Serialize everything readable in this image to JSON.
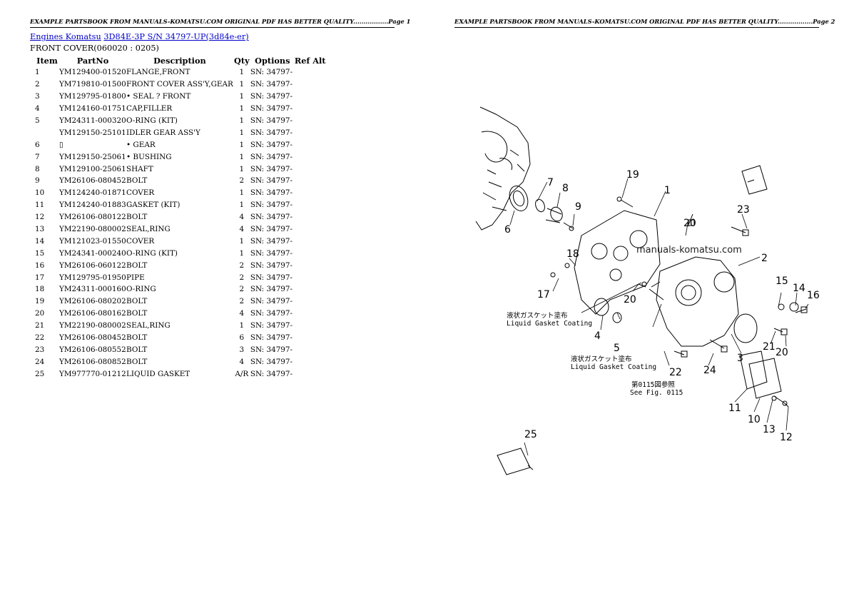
{
  "header": {
    "page1": "EXAMPLE PARTSBOOK FROM MANUALS-KOMATSU.COM ORIGINAL PDF HAS BETTER QUALITY.................Page 1",
    "page2": "EXAMPLE PARTSBOOK FROM MANUALS-KOMATSU.COM ORIGINAL PDF HAS BETTER QUALITY.................Page 2"
  },
  "breadcrumb": {
    "engines_link": "Engines Komatsu",
    "model_link": "3D84E-3P S/N 34797-UP(3d84e-er)"
  },
  "section_title": "FRONT COVER(060020 : 0205)",
  "table": {
    "headers": [
      "Item",
      "PartNo",
      "Description",
      "Qty",
      "Options",
      "Ref Alt"
    ],
    "rows": [
      {
        "item": "1",
        "part": "YM129400-01520",
        "desc": "FLANGE,FRONT",
        "qty": "1",
        "opt": "SN: 34797-",
        "ref": ""
      },
      {
        "item": "2",
        "part": "YM719810-01500",
        "desc": "FRONT COVER ASS'Y,GEAR",
        "qty": "1",
        "opt": "SN: 34797-",
        "ref": ""
      },
      {
        "item": "3",
        "part": "YM129795-01800",
        "desc": "• SEAL ? FRONT",
        "qty": "1",
        "opt": "SN: 34797-",
        "ref": ""
      },
      {
        "item": "4",
        "part": "YM124160-01751",
        "desc": "CAP,FILLER",
        "qty": "1",
        "opt": "SN: 34797-",
        "ref": ""
      },
      {
        "item": "5",
        "part": "YM24311-000320",
        "desc": "O-RING (KIT)",
        "qty": "1",
        "opt": "SN: 34797-",
        "ref": ""
      },
      {
        "item": "",
        "part": "YM129150-25101",
        "desc": "IDLER GEAR ASS'Y",
        "qty": "1",
        "opt": "SN: 34797-",
        "ref": ""
      },
      {
        "item": "6",
        "part": "▯",
        "desc": "• GEAR",
        "qty": "1",
        "opt": "SN: 34797-",
        "ref": ""
      },
      {
        "item": "7",
        "part": "YM129150-25061",
        "desc": "• BUSHING",
        "qty": "1",
        "opt": "SN: 34797-",
        "ref": ""
      },
      {
        "item": "8",
        "part": "YM129100-25061",
        "desc": "SHAFT",
        "qty": "1",
        "opt": "SN: 34797-",
        "ref": ""
      },
      {
        "item": "9",
        "part": "YM26106-080452",
        "desc": "BOLT",
        "qty": "2",
        "opt": "SN: 34797-",
        "ref": ""
      },
      {
        "item": "10",
        "part": "YM124240-01871",
        "desc": "COVER",
        "qty": "1",
        "opt": "SN: 34797-",
        "ref": ""
      },
      {
        "item": "11",
        "part": "YM124240-01883",
        "desc": "GASKET (KIT)",
        "qty": "1",
        "opt": "SN: 34797-",
        "ref": ""
      },
      {
        "item": "12",
        "part": "YM26106-080122",
        "desc": "BOLT",
        "qty": "4",
        "opt": "SN: 34797-",
        "ref": ""
      },
      {
        "item": "13",
        "part": "YM22190-080002",
        "desc": "SEAL,RING",
        "qty": "4",
        "opt": "SN: 34797-",
        "ref": ""
      },
      {
        "item": "14",
        "part": "YM121023-01550",
        "desc": "COVER",
        "qty": "1",
        "opt": "SN: 34797-",
        "ref": ""
      },
      {
        "item": "15",
        "part": "YM24341-000240",
        "desc": "O-RING (KIT)",
        "qty": "1",
        "opt": "SN: 34797-",
        "ref": ""
      },
      {
        "item": "16",
        "part": "YM26106-060122",
        "desc": "BOLT",
        "qty": "2",
        "opt": "SN: 34797-",
        "ref": ""
      },
      {
        "item": "17",
        "part": "YM129795-01950",
        "desc": "PIPE",
        "qty": "2",
        "opt": "SN: 34797-",
        "ref": ""
      },
      {
        "item": "18",
        "part": "YM24311-000160",
        "desc": "O-RING",
        "qty": "2",
        "opt": "SN: 34797-",
        "ref": ""
      },
      {
        "item": "19",
        "part": "YM26106-080202",
        "desc": "BOLT",
        "qty": "2",
        "opt": "SN: 34797-",
        "ref": ""
      },
      {
        "item": "20",
        "part": "YM26106-080162",
        "desc": "BOLT",
        "qty": "4",
        "opt": "SN: 34797-",
        "ref": ""
      },
      {
        "item": "21",
        "part": "YM22190-080002",
        "desc": "SEAL,RING",
        "qty": "1",
        "opt": "SN: 34797-",
        "ref": ""
      },
      {
        "item": "22",
        "part": "YM26106-080452",
        "desc": "BOLT",
        "qty": "6",
        "opt": "SN: 34797-",
        "ref": ""
      },
      {
        "item": "23",
        "part": "YM26106-080552",
        "desc": "BOLT",
        "qty": "3",
        "opt": "SN: 34797-",
        "ref": ""
      },
      {
        "item": "24",
        "part": "YM26106-080852",
        "desc": "BOLT",
        "qty": "4",
        "opt": "SN: 34797-",
        "ref": ""
      },
      {
        "item": "25",
        "part": "YM977770-01212",
        "desc": "LIQUID GASKET",
        "qty": "A/R",
        "opt": "SN: 34797-",
        "ref": ""
      }
    ]
  },
  "diagram": {
    "watermark": "manuals-komatsu.com",
    "note1_jp": "液状ガスケット塗布",
    "note1_en": "Liquid Gasket Coating",
    "note2_jp": "液状ガスケット塗布",
    "note2_en": "Liquid Gasket Coating",
    "note3_jp": "第0115図参照",
    "note3_en": "See Fig. 0115",
    "callouts": [
      "1",
      "2",
      "3",
      "4",
      "5",
      "6",
      "7",
      "8",
      "9",
      "10",
      "11",
      "12",
      "13",
      "14",
      "15",
      "16",
      "17",
      "18",
      "19",
      "20",
      "20",
      "20",
      "21",
      "22",
      "23",
      "24",
      "25"
    ]
  }
}
